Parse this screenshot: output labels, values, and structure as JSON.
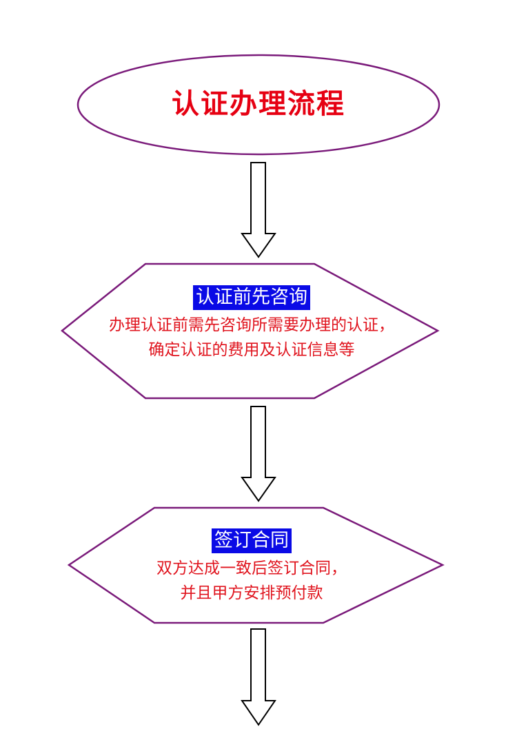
{
  "title": "认证办理流程",
  "steps": [
    {
      "heading": "认证前先咨询",
      "description_lines": [
        "办理认证前需先咨询所需要办理的认证，",
        "确定认证的费用及认证信息等"
      ]
    },
    {
      "heading": "签订合同",
      "description_lines": [
        "双方达成一致后签订合同，",
        "并且甲方安排预付款"
      ]
    }
  ],
  "colors": {
    "outline": "#7a1a7a",
    "title_text": "#e60012",
    "desc_text": "#e0141e",
    "heading_bg": "#0a0ae6",
    "arrow": "#000000"
  }
}
